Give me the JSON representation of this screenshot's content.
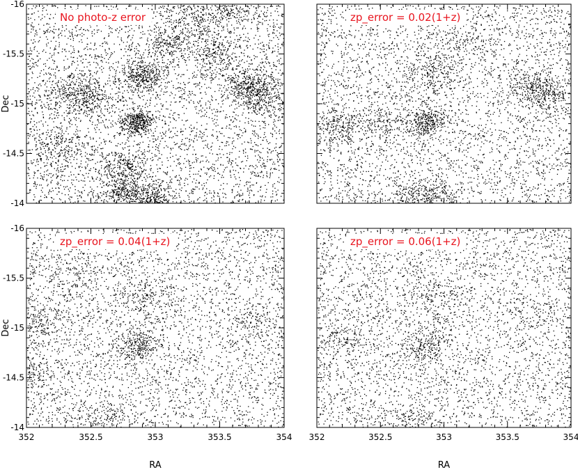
{
  "chart_data": [
    {
      "type": "scatter",
      "panel": "top-left",
      "annotation": "No photo-z error",
      "xlabel": "",
      "ylabel": "Dec",
      "xlim": [
        352,
        354
      ],
      "ylim": [
        -14,
        -16
      ],
      "xticks": [],
      "yticks": [
        "-16",
        "-15.5",
        "-15",
        "-14.5",
        "-14"
      ],
      "point_density": "very high",
      "clusters": [
        {
          "ra": 352.85,
          "dec": -14.82,
          "strength": 1.0
        },
        {
          "ra": 352.9,
          "dec": -15.28,
          "strength": 0.8
        },
        {
          "ra": 352.97,
          "dec": -14.05,
          "strength": 0.7
        },
        {
          "ra": 352.75,
          "dec": -14.1,
          "strength": 0.7
        },
        {
          "ra": 353.7,
          "dec": -15.2,
          "strength": 0.7
        },
        {
          "ra": 353.83,
          "dec": -15.07,
          "strength": 0.6
        },
        {
          "ra": 352.33,
          "dec": -15.12,
          "strength": 0.5
        },
        {
          "ra": 353.45,
          "dec": -15.55,
          "strength": 0.5
        },
        {
          "ra": 352.5,
          "dec": -15.05,
          "strength": 0.5
        },
        {
          "ra": 352.78,
          "dec": -14.35,
          "strength": 0.6
        },
        {
          "ra": 353.1,
          "dec": -15.62,
          "strength": 0.5
        },
        {
          "ra": 353.6,
          "dec": -16.0,
          "strength": 0.5
        },
        {
          "ra": 352.25,
          "dec": -14.55,
          "strength": 0.4
        },
        {
          "ra": 353.3,
          "dec": -15.85,
          "strength": 0.4
        }
      ]
    },
    {
      "type": "scatter",
      "panel": "top-right",
      "annotation": "zp_error = 0.02(1+z)",
      "xlabel": "",
      "ylabel": "",
      "xlim": [
        352,
        354
      ],
      "ylim": [
        -14,
        -16
      ],
      "xticks": [],
      "yticks": [],
      "point_density": "high",
      "clusters": [
        {
          "ra": 352.85,
          "dec": -14.82,
          "strength": 0.9
        },
        {
          "ra": 352.9,
          "dec": -15.28,
          "strength": 0.5
        },
        {
          "ra": 352.97,
          "dec": -14.05,
          "strength": 0.5
        },
        {
          "ra": 352.75,
          "dec": -14.1,
          "strength": 0.5
        },
        {
          "ra": 353.7,
          "dec": -15.2,
          "strength": 0.6
        },
        {
          "ra": 353.83,
          "dec": -15.07,
          "strength": 0.6
        },
        {
          "ra": 352.17,
          "dec": -14.78,
          "strength": 0.6
        },
        {
          "ra": 352.5,
          "dec": -14.82,
          "strength": 0.4
        },
        {
          "ra": 353.1,
          "dec": -15.62,
          "strength": 0.3
        }
      ]
    },
    {
      "type": "scatter",
      "panel": "bottom-left",
      "annotation": "zp_error = 0.04(1+z)",
      "xlabel": "RA",
      "ylabel": "Dec",
      "xlim": [
        352,
        354
      ],
      "ylim": [
        -14,
        -16
      ],
      "xticks": [
        "352",
        "352.5",
        "353",
        "353.5",
        "354"
      ],
      "yticks": [
        "-16",
        "-15.5",
        "-15",
        "-14.5",
        "-14"
      ],
      "point_density": "medium",
      "clusters": [
        {
          "ra": 352.85,
          "dec": -14.82,
          "strength": 0.8
        },
        {
          "ra": 352.95,
          "dec": -15.3,
          "strength": 0.4
        },
        {
          "ra": 352.1,
          "dec": -15.05,
          "strength": 0.5
        },
        {
          "ra": 353.75,
          "dec": -15.05,
          "strength": 0.4
        },
        {
          "ra": 352.05,
          "dec": -14.55,
          "strength": 0.4
        },
        {
          "ra": 352.6,
          "dec": -14.1,
          "strength": 0.4
        },
        {
          "ra": 352.3,
          "dec": -15.55,
          "strength": 0.3
        }
      ]
    },
    {
      "type": "scatter",
      "panel": "bottom-right",
      "annotation": "zp_error = 0.06(1+z)",
      "xlabel": "RA",
      "ylabel": "",
      "xlim": [
        352,
        354
      ],
      "ylim": [
        -14,
        -16
      ],
      "xticks": [
        "352",
        "352.5",
        "353",
        "353.5",
        "354"
      ],
      "yticks": [],
      "point_density": "medium-low",
      "clusters": [
        {
          "ra": 352.85,
          "dec": -14.82,
          "strength": 0.6
        },
        {
          "ra": 352.95,
          "dec": -15.3,
          "strength": 0.3
        },
        {
          "ra": 352.2,
          "dec": -14.9,
          "strength": 0.4
        },
        {
          "ra": 353.7,
          "dec": -15.15,
          "strength": 0.3
        },
        {
          "ra": 352.75,
          "dec": -14.08,
          "strength": 0.3
        }
      ]
    }
  ]
}
